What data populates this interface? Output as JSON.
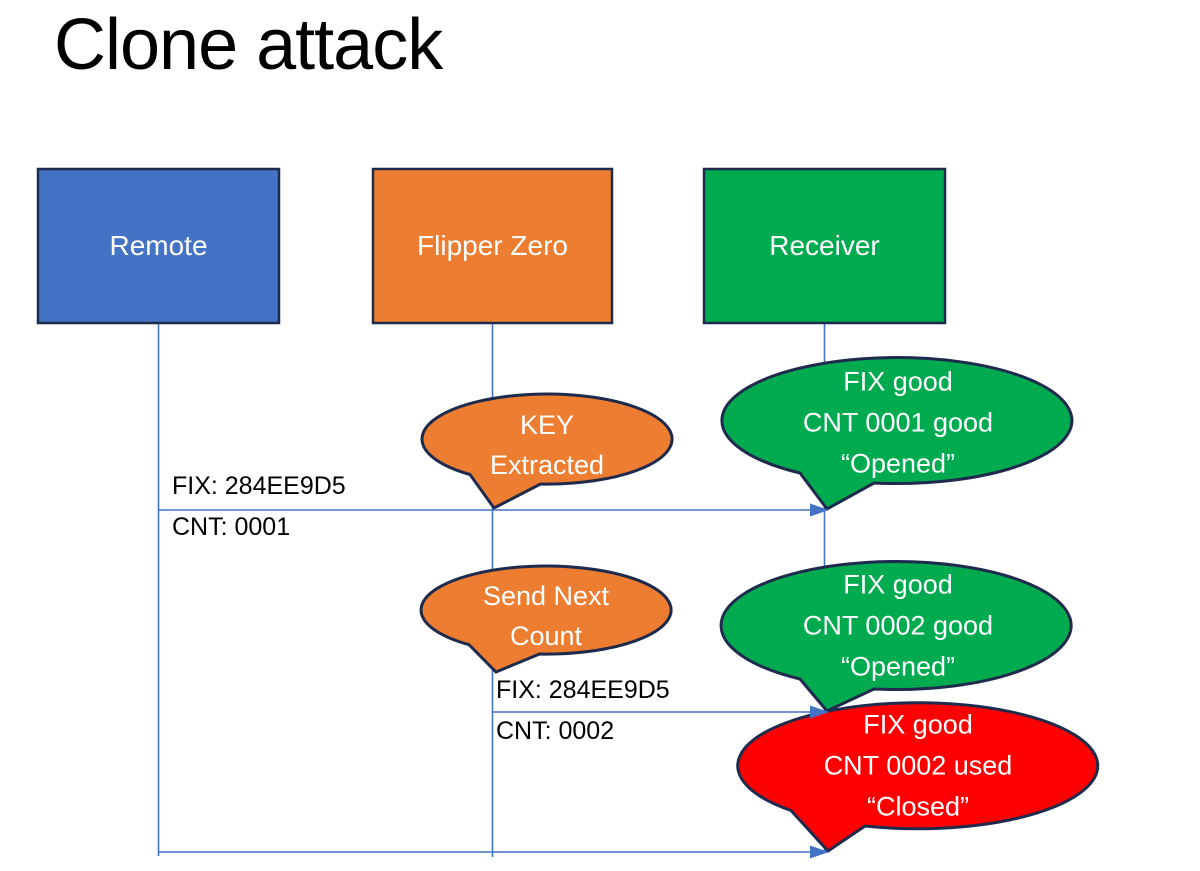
{
  "title": "Clone attack",
  "colors": {
    "background": "#FFFFFF",
    "remote": "#4472C4",
    "flipper": "#ED7D31",
    "receiver": "#00AB50",
    "alert_red": "#FF0000",
    "outline": "#1F2B4D",
    "line": "#4472C4",
    "label_text": "#000000",
    "shape_text": "#FFFFFF"
  },
  "actors": [
    {
      "id": "remote",
      "label": "Remote"
    },
    {
      "id": "flipper-zero",
      "label": "Flipper Zero"
    },
    {
      "id": "receiver",
      "label": "Receiver"
    }
  ],
  "messages": [
    {
      "from": "remote",
      "to": "receiver",
      "lines": [
        "FIX: 284EE9D5",
        "CNT: 0001"
      ]
    },
    {
      "from": "flipper-zero",
      "to": "receiver",
      "lines": [
        "FIX: 284EE9D5",
        "CNT: 0002"
      ]
    },
    {
      "from": "remote",
      "to": "receiver",
      "lines": []
    }
  ],
  "callouts": [
    {
      "id": "key-extracted",
      "color": "#ED7D31",
      "lines": [
        "KEY",
        "Extracted"
      ]
    },
    {
      "id": "opened-0001",
      "color": "#00AB50",
      "lines": [
        "FIX good",
        "CNT 0001 good",
        "“Opened”"
      ]
    },
    {
      "id": "send-next-count",
      "color": "#ED7D31",
      "lines": [
        "Send Next",
        "Count"
      ]
    },
    {
      "id": "opened-0002",
      "color": "#00AB50",
      "lines": [
        "FIX good",
        "CNT 0002 good",
        "“Opened”"
      ]
    },
    {
      "id": "closed-0002",
      "color": "#FF0000",
      "lines": [
        "FIX good",
        "CNT 0002 used",
        "“Closed”"
      ]
    }
  ]
}
